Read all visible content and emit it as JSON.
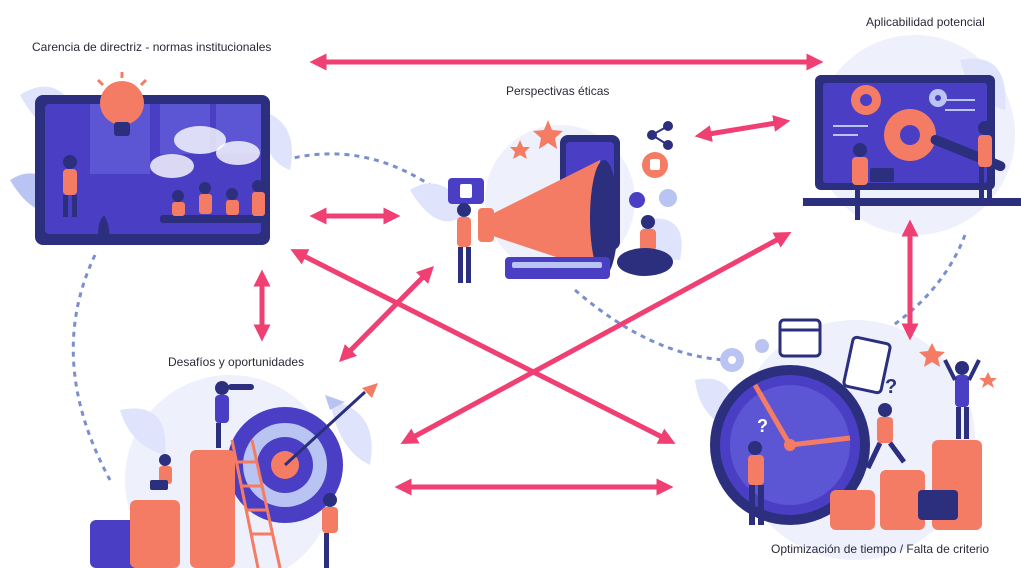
{
  "labels": {
    "carencia": "Carencia de directriz - normas institucionales",
    "perspectivas": "Perspectivas éticas",
    "aplicabilidad": "Aplicabilidad potencial",
    "desafios": "Desafíos y oportunidades",
    "optimizacion": "Optimización de tiempo / Falta de criterio"
  },
  "colors": {
    "arrow": "#ef3f73",
    "dashed": "#7b8fcf",
    "navy": "#2b2f7e",
    "indigo": "#4a3fc4",
    "coral": "#f47c64",
    "lavender": "#dfe3fb",
    "light_blue": "#b9c4f2"
  },
  "icons": {
    "carencia": "lightbulb-meeting-illustration",
    "perspectivas": "megaphone-marketing-illustration",
    "aplicabilidad": "laptop-gears-illustration",
    "desafios": "target-arrow-illustration",
    "optimizacion": "clock-productivity-illustration"
  }
}
